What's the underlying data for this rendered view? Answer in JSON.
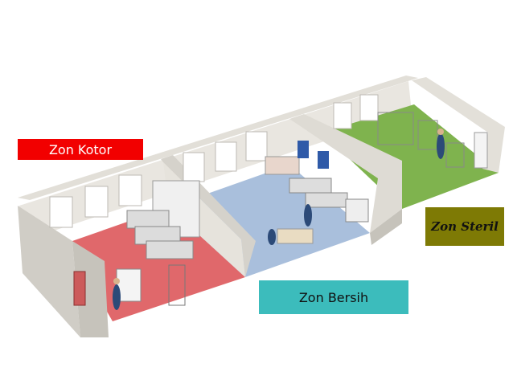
{
  "zones": [
    {
      "label": "Zon Kotor",
      "color": "#f20000",
      "floor_color": "#e0686b"
    },
    {
      "label": "Zon Bersih",
      "color": "#3cbcbc",
      "floor_color": "#a9bfdc"
    },
    {
      "label": "Zon Steril",
      "color": "#7e7a05",
      "floor_color": "#7fb34e"
    }
  ],
  "colors": {
    "wall": "#e9e6e0",
    "wall_shade": "#c6c3bb",
    "window": "#ffffff",
    "staff_uniform": "#2c4a78"
  }
}
